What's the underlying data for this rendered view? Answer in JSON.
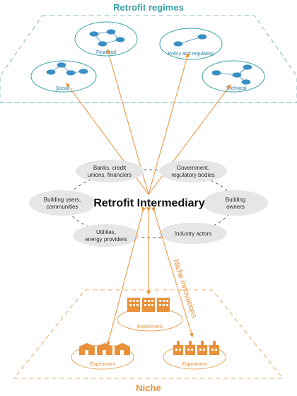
{
  "header": {
    "regimes_title": "Retrofit regimes",
    "niche_title": "Niche"
  },
  "regimes": [
    {
      "label": "Financial"
    },
    {
      "label": "Policy and regulatory"
    },
    {
      "label": "Social"
    },
    {
      "label": "Technical"
    }
  ],
  "center": {
    "label": "Retrofit Intermediary"
  },
  "actors": [
    {
      "line1": "Banks, credit",
      "line2": "unions, financiers"
    },
    {
      "line1": "Government,",
      "line2": "regulatory bodies"
    },
    {
      "line1": "Building users,",
      "line2": "communities"
    },
    {
      "line1": "Building",
      "line2": "owners"
    },
    {
      "line1": "Utilities,",
      "line2": "energy providers"
    },
    {
      "line1": "Industry actors",
      "line2": ""
    }
  ],
  "niche": {
    "innovations_label": "Niche innovations",
    "experiments": [
      {
        "label": "Experiment"
      },
      {
        "label": "Experiment"
      },
      {
        "label": "Experiment"
      }
    ]
  },
  "colors": {
    "teal": "#3aa0a6",
    "node_blue": "#3a8fc4",
    "orange": "#e8913a",
    "actor_grey": "#e6e6e6"
  }
}
